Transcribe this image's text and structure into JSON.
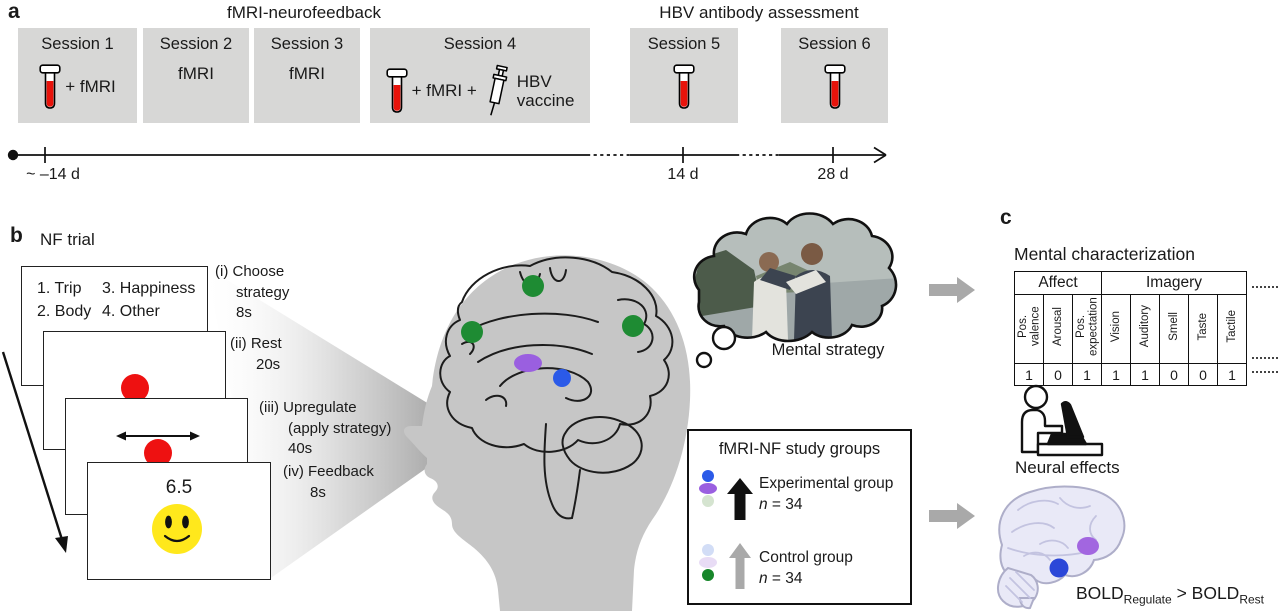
{
  "colors": {
    "ink": "#1a1a1a",
    "box-bg": "#d7d7d6",
    "tube-red": "#e8130b",
    "dot-red": "#ee1111",
    "smiley-yellow": "#ffe81c",
    "green": "#1e8b33",
    "blue": "#2b5ae8",
    "purple": "#9a5fe0",
    "pale-green": "#d5e4d0",
    "pale-blue": "#d2ddf6",
    "pale-purple": "#e8dcf5",
    "control-green": "#17862a",
    "arrow-gray": "#a9a9a9",
    "head-gray": "#c6c6c6",
    "brain-fill": "#e9e9f7",
    "brain-stroke": "#aeaec9",
    "sulci": "#c3c3e0",
    "c-blue": "#2b47d8",
    "c-purple": "#a266e0"
  },
  "icons": {
    "blood_tube": "blood-sample-tube",
    "syringe": "vaccine-syringe",
    "smiley": "smiley-face",
    "thought_cloud": "thought-bubble-photo",
    "person_laptop": "person-at-laptop",
    "up_arrow": "up-arrow",
    "right_arrow": "right-arrow"
  },
  "panel_a": {
    "label": "a",
    "nf_title": "fMRI-neurofeedback",
    "hbv_title": "HBV antibody assessment",
    "sessions": [
      {
        "name": "Session 1",
        "text": "+ fMRI"
      },
      {
        "name": "Session 2",
        "text": "fMRI"
      },
      {
        "name": "Session 3",
        "text": "fMRI"
      },
      {
        "name": "Session 4",
        "text": "+ fMRI +",
        "vaccine1": "HBV",
        "vaccine2": "vaccine"
      },
      {
        "name": "Session 5"
      },
      {
        "name": "Session 6"
      }
    ],
    "timeline": {
      "start": "~ –14 d",
      "mid": "14 d",
      "end": "28 d"
    }
  },
  "panel_b": {
    "label": "b",
    "title": "NF trial",
    "strategy_card": {
      "opt1": "1. Trip",
      "opt2": "2. Body",
      "opt3": "3. Happiness",
      "opt4": "4. Other"
    },
    "score": "6.5",
    "steps": [
      [
        "(i) Choose",
        "strategy",
        "8s"
      ],
      [
        "(ii) Rest",
        "20s"
      ],
      [
        "(iii) Upregulate",
        "(apply strategy)",
        "40s"
      ],
      [
        "(iv) Feedback",
        "8s"
      ]
    ],
    "mental_strategy": "Mental strategy",
    "legend": {
      "title": "fMRI-NF study groups",
      "groups": [
        {
          "name": "Experimental group",
          "n_sym": "n",
          "n_val": " = 34"
        },
        {
          "name": "Control group",
          "n_sym": "n",
          "n_val": " = 34"
        }
      ]
    }
  },
  "panel_c": {
    "label": "c",
    "title": "Mental characterization",
    "table": {
      "group1": "Affect",
      "group2": "Imagery",
      "columns": [
        "Pos. valence",
        "Arousal",
        "Pos. expectation",
        "Vision",
        "Auditory",
        "Smell",
        "Taste",
        "Tactile"
      ],
      "values": [
        "1",
        "0",
        "1",
        "1",
        "1",
        "0",
        "0",
        "1"
      ]
    },
    "neural": "Neural effects",
    "bold": {
      "b1": "BOLD",
      "s1": "Regulate",
      "op": " > ",
      "b2": "BOLD",
      "s2": "Rest"
    }
  }
}
